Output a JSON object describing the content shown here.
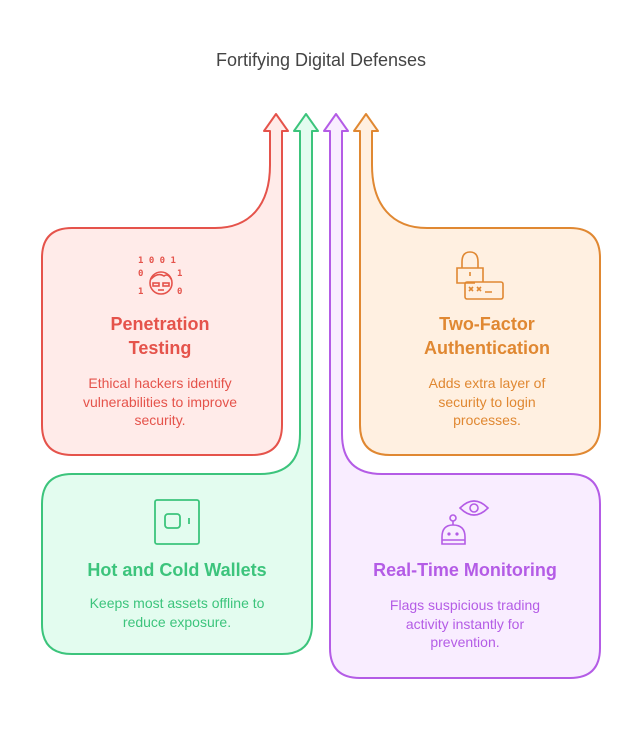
{
  "title": "Fortifying Digital Defenses",
  "colors": {
    "red": "#e5534b",
    "green": "#3cc47c",
    "purple": "#b45ce6",
    "orange": "#e08832"
  },
  "cards": [
    {
      "heading_1": "Penetration",
      "heading_2": "Testing",
      "desc_1": "Ethical hackers identify",
      "desc_2": "vulnerabilities to improve",
      "desc_3": "security.",
      "icon": "hacker-binary-icon"
    },
    {
      "heading_1": "Two-Factor",
      "heading_2": "Authentication",
      "desc_1": "Adds extra layer of",
      "desc_2": "security to login",
      "desc_3": "processes.",
      "icon": "lock-password-icon"
    },
    {
      "heading_1": "Hot and Cold Wallets",
      "desc_1": "Keeps most assets offline to",
      "desc_2": "reduce exposure.",
      "icon": "wallet-icon"
    },
    {
      "heading_1": "Real-Time Monitoring",
      "desc_1": "Flags suspicious trading",
      "desc_2": "activity instantly for",
      "desc_3": "prevention.",
      "icon": "robot-eye-icon"
    }
  ],
  "binary_digits": [
    "1 0 0 1",
    "0",
    "1",
    "1",
    "0"
  ]
}
